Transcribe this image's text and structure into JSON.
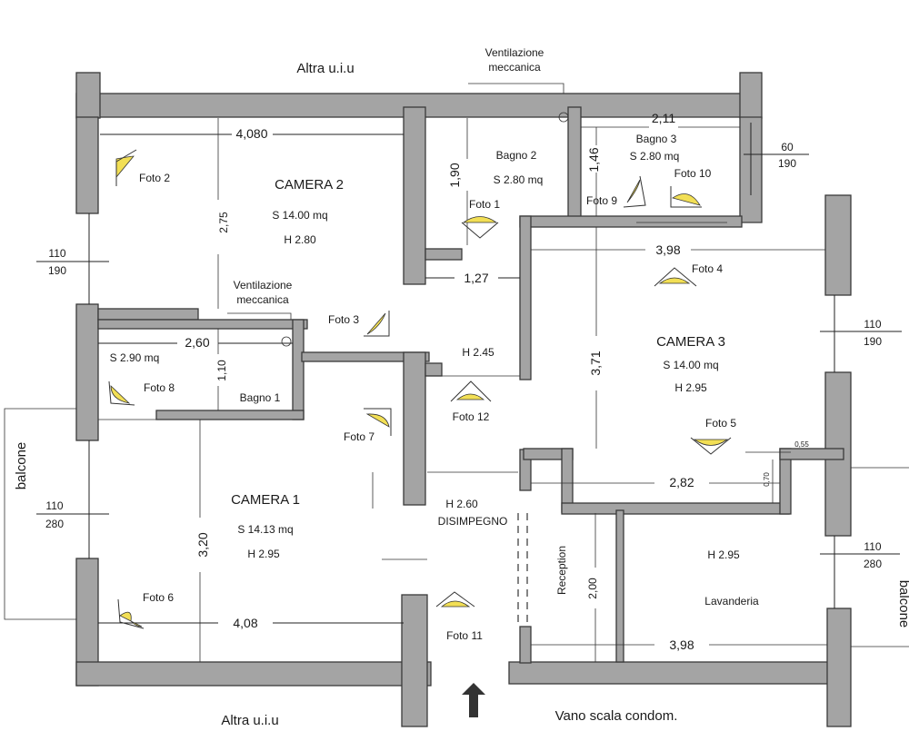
{
  "labels": {
    "altra_top": "Altra u.i.u",
    "altra_bottom": "Altra u.i.u",
    "ventilazione_top": "Ventilazione",
    "meccanica_top": "meccanica",
    "ventilazione_mid": "Ventilazione",
    "meccanica_mid": "meccanica",
    "vano_scala": "Vano scala condom.",
    "balcone_left": "balcone",
    "balcone_right": "balcone"
  },
  "rooms": {
    "camera2": {
      "name": "CAMERA 2",
      "area": "S 14.00 mq",
      "height": "H 2.80"
    },
    "bagno2": {
      "name": "Bagno 2",
      "area": "S 2.80 mq"
    },
    "bagno3": {
      "name": "Bagno 3",
      "area": "S 2.80 mq"
    },
    "camera3": {
      "name": "CAMERA 3",
      "area": "S 14.00 mq",
      "height": "H 2.95"
    },
    "bagno1": {
      "name": "Bagno 1",
      "area": "S 2.90 mq"
    },
    "camera1": {
      "name": "CAMERA 1",
      "area": "S 14.13 mq",
      "height": "H 2.95"
    },
    "disimpegno": {
      "name": "DISIMPEGNO",
      "height": "H 2.60"
    },
    "corridor": {
      "height": "H 2.45"
    },
    "reception": {
      "name": "Reception"
    },
    "lavanderia": {
      "name": "Lavanderia",
      "height": "H 2.95"
    }
  },
  "dimensions": {
    "cam2_w": "4,080",
    "cam2_h": "2,75",
    "bagno2_h": "1,90",
    "bagno3_w": "2,11",
    "bagno3_h": "1,46",
    "corr_w": "1,27",
    "cam3_w": "3,98",
    "cam3_h": "3,71",
    "cam3_w2": "2,82",
    "notch_w": "0,55",
    "notch_h": "0,70",
    "bagno1_w": "2,60",
    "bagno1_h": "1,10",
    "cam1_h": "3,20",
    "cam1_w": "4,08",
    "reception_h": "2,00",
    "lav_w": "3,98"
  },
  "windows": {
    "left_top": {
      "w": "110",
      "h": "190"
    },
    "left_bottom": {
      "w": "110",
      "h": "280"
    },
    "right_top": {
      "w": "60",
      "h": "190"
    },
    "right_mid": {
      "w": "110",
      "h": "190"
    },
    "right_bottom": {
      "w": "110",
      "h": "280"
    }
  },
  "photos": {
    "f1": "Foto 1",
    "f2": "Foto 2",
    "f3": "Foto 3",
    "f4": "Foto 4",
    "f5": "Foto 5",
    "f6": "Foto 6",
    "f7": "Foto 7",
    "f8": "Foto 8",
    "f9": "Foto 9",
    "f10": "Foto 10",
    "f11": "Foto 11",
    "f12": "Foto 12"
  },
  "colors": {
    "wall": "#a4a4a4",
    "camera_marker": "#f2df55"
  }
}
